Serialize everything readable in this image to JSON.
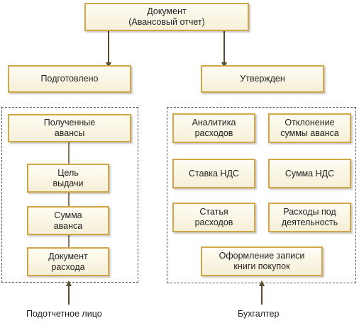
{
  "top": {
    "line1": "Документ",
    "line2": "(Авансовый отчет)"
  },
  "left_header": "Подготовлено",
  "right_header": "Утвержден",
  "left_group": {
    "received": {
      "line1": "Полученные",
      "line2": "авансы"
    },
    "items": [
      {
        "line1": "Цель",
        "line2": "выдачи"
      },
      {
        "line1": "Сумма",
        "line2": "аванса"
      },
      {
        "line1": "Документ",
        "line2": "расхода"
      }
    ],
    "caption": "Подотчетное лицо"
  },
  "right_group": {
    "items": [
      {
        "line1": "Аналитика",
        "line2": "расходов"
      },
      {
        "line1": "Отклонение",
        "line2": "суммы аванса"
      },
      {
        "line1": "Ставка НДС",
        "line2": ""
      },
      {
        "line1": "Сумма НДС",
        "line2": ""
      },
      {
        "line1": "Статья",
        "line2": "расходов"
      },
      {
        "line1": "Расходы под",
        "line2": "деятельность"
      },
      {
        "line1": "Оформление записи",
        "line2": "книги покупок"
      }
    ],
    "caption": "Бухгалтер"
  },
  "colors": {
    "box_border": "#d1a646",
    "box_fill": "#f8f2dc",
    "connector": "#5a4a2e",
    "group_border": "#555555"
  }
}
